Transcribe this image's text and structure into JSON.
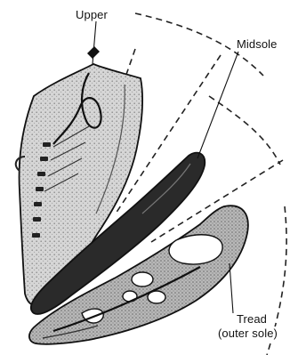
{
  "labels": {
    "upper": "Upper",
    "midsole": "Midsole",
    "tread": "Tread",
    "tread_sub": "(outer sole)"
  },
  "colors": {
    "ink": "#111111",
    "upper_fill": "#d4d4d4",
    "midsole_fill": "#2a2a2a",
    "tread_fill": "#b5b5b5"
  }
}
